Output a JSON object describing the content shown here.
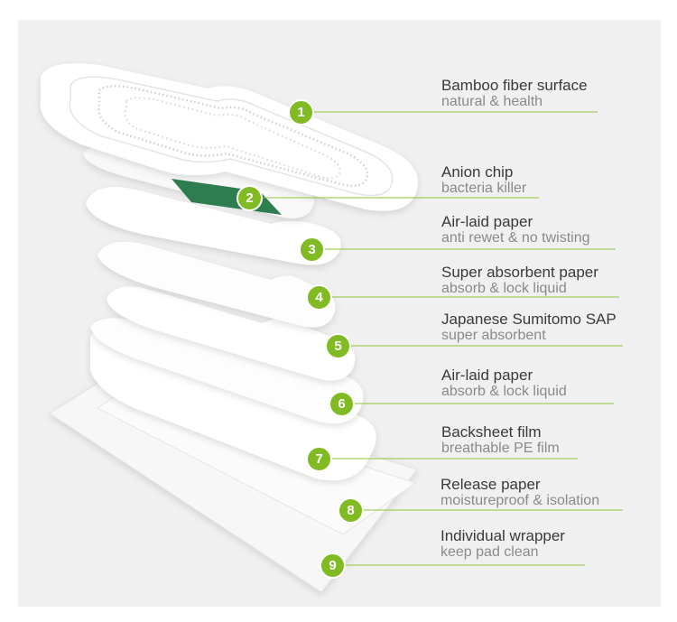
{
  "layers": [
    {
      "number": "1",
      "title": "Bamboo fiber surface",
      "subtitle": "natural & health"
    },
    {
      "number": "2",
      "title": "Anion chip",
      "subtitle": "bacteria killer"
    },
    {
      "number": "3",
      "title": "Air-laid paper",
      "subtitle": "anti rewet & no twisting"
    },
    {
      "number": "4",
      "title": "Super absorbent paper",
      "subtitle": "absorb & lock liquid"
    },
    {
      "number": "5",
      "title": "Japanese Sumitomo SAP",
      "subtitle": "super absorbent"
    },
    {
      "number": "6",
      "title": "Air-laid paper",
      "subtitle": "absorb & lock liquid"
    },
    {
      "number": "7",
      "title": "Backsheet film",
      "subtitle": "breathable PE film"
    },
    {
      "number": "8",
      "title": "Release paper",
      "subtitle": "moistureproof & isolation"
    },
    {
      "number": "9",
      "title": "Individual wrapper",
      "subtitle": "keep pad clean"
    }
  ],
  "colors": {
    "accent": "#80bb24",
    "chip": "#2e7d4f",
    "background": "#f0f0f0"
  }
}
